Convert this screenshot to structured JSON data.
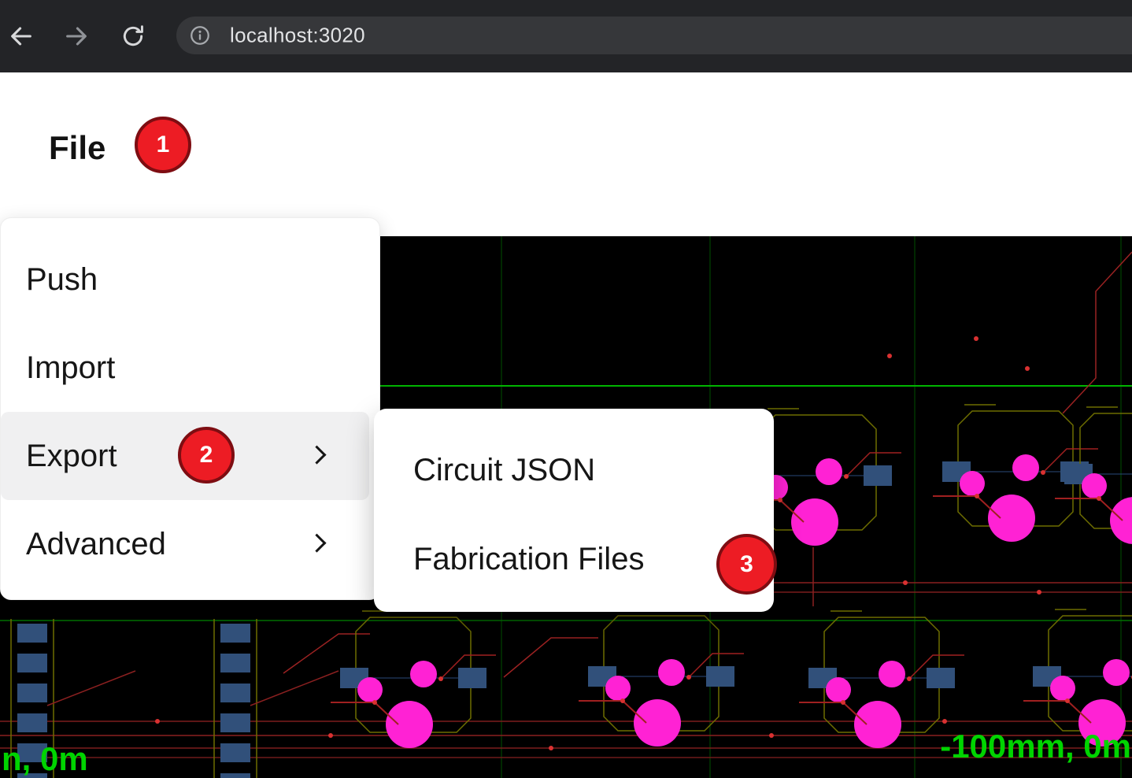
{
  "browser": {
    "url": "localhost:3020"
  },
  "menubar": {
    "file_label": "File"
  },
  "file_menu": {
    "items": [
      {
        "label": "Push",
        "has_submenu": false
      },
      {
        "label": "Import",
        "has_submenu": false
      },
      {
        "label": "Export",
        "has_submenu": true,
        "highlighted": true
      },
      {
        "label": "Advanced",
        "has_submenu": true
      }
    ]
  },
  "export_submenu": {
    "items": [
      {
        "label": "Circuit JSON"
      },
      {
        "label": "Fabrication Files"
      }
    ]
  },
  "annotations": {
    "badge1": "1",
    "badge2": "2",
    "badge3": "3",
    "color": "#ed1c24"
  },
  "pcb_viewer": {
    "coordinate_label_left": "n, 0m",
    "coordinate_label_right": "-100mm, 0m",
    "colors": {
      "background": "#000000",
      "grid_green": "#00b400",
      "pad_magenta": "#ff22d4",
      "pad_blue": "#31507a",
      "trace_red": "#a02020",
      "silkscreen_olive": "#6e6e00"
    }
  }
}
